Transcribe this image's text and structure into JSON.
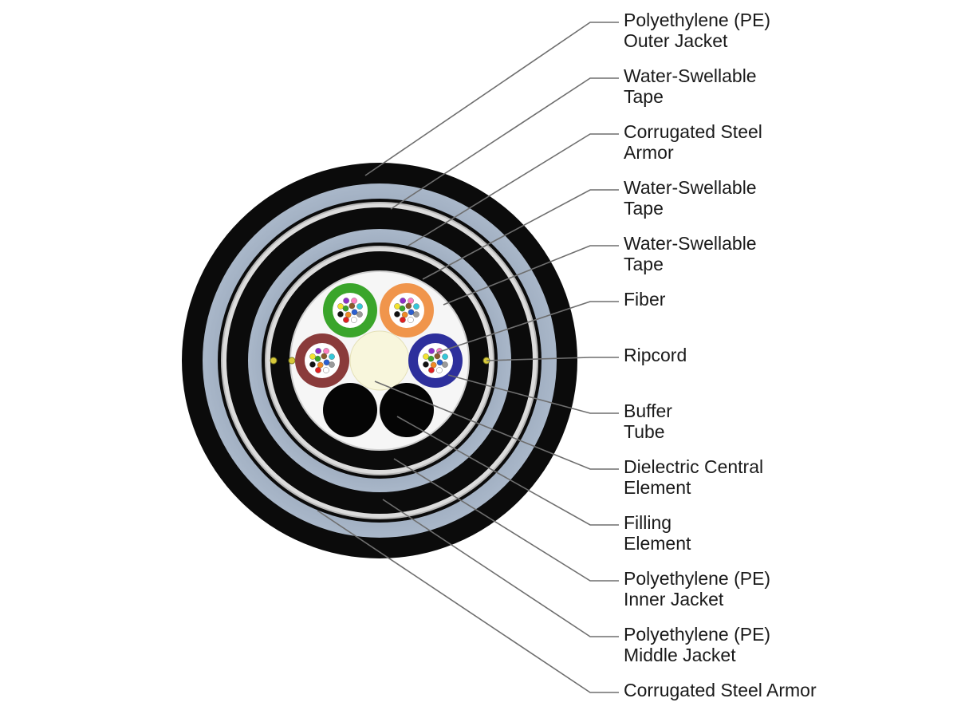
{
  "colors": {
    "jacket": "#0b0b0b",
    "tape": "#7f8fa6",
    "armor": "#dcdcdc",
    "leader": "#6e6e6e",
    "central_element": "#f8f6dc",
    "buffer_tubes": [
      "#3aa52b",
      "#f0954c",
      "#8a3b3b",
      "#2d2f9c"
    ]
  },
  "icons": {
    "ripcord": "ripcord-icon",
    "fiber": "fiber-icon"
  },
  "labels": [
    {
      "id": "pe-outer-jacket",
      "lines": [
        "Polyethylene (PE)",
        "Outer Jacket"
      ]
    },
    {
      "id": "water-swellable-tape-1",
      "lines": [
        "Water-Swellable",
        "Tape"
      ]
    },
    {
      "id": "corrugated-steel-armor-inner",
      "lines": [
        "Corrugated Steel",
        "Armor"
      ]
    },
    {
      "id": "water-swellable-tape-2",
      "lines": [
        "Water-Swellable",
        "Tape"
      ]
    },
    {
      "id": "water-swellable-tape-3",
      "lines": [
        "Water-Swellable",
        "Tape"
      ]
    },
    {
      "id": "fiber",
      "lines": [
        "Fiber"
      ]
    },
    {
      "id": "ripcord",
      "lines": [
        "Ripcord"
      ]
    },
    {
      "id": "buffer-tube",
      "lines": [
        "Buffer",
        "Tube"
      ]
    },
    {
      "id": "dielectric-central-element",
      "lines": [
        "Dielectric Central",
        "Element"
      ]
    },
    {
      "id": "filling-element",
      "lines": [
        "Filling",
        "Element"
      ]
    },
    {
      "id": "pe-inner-jacket",
      "lines": [
        "Polyethylene (PE)",
        "Inner Jacket"
      ]
    },
    {
      "id": "pe-middle-jacket",
      "lines": [
        "Polyethylene (PE)",
        "Middle Jacket"
      ]
    },
    {
      "id": "corrugated-steel-armor-outer",
      "lines": [
        "Corrugated Steel Armor"
      ]
    }
  ]
}
